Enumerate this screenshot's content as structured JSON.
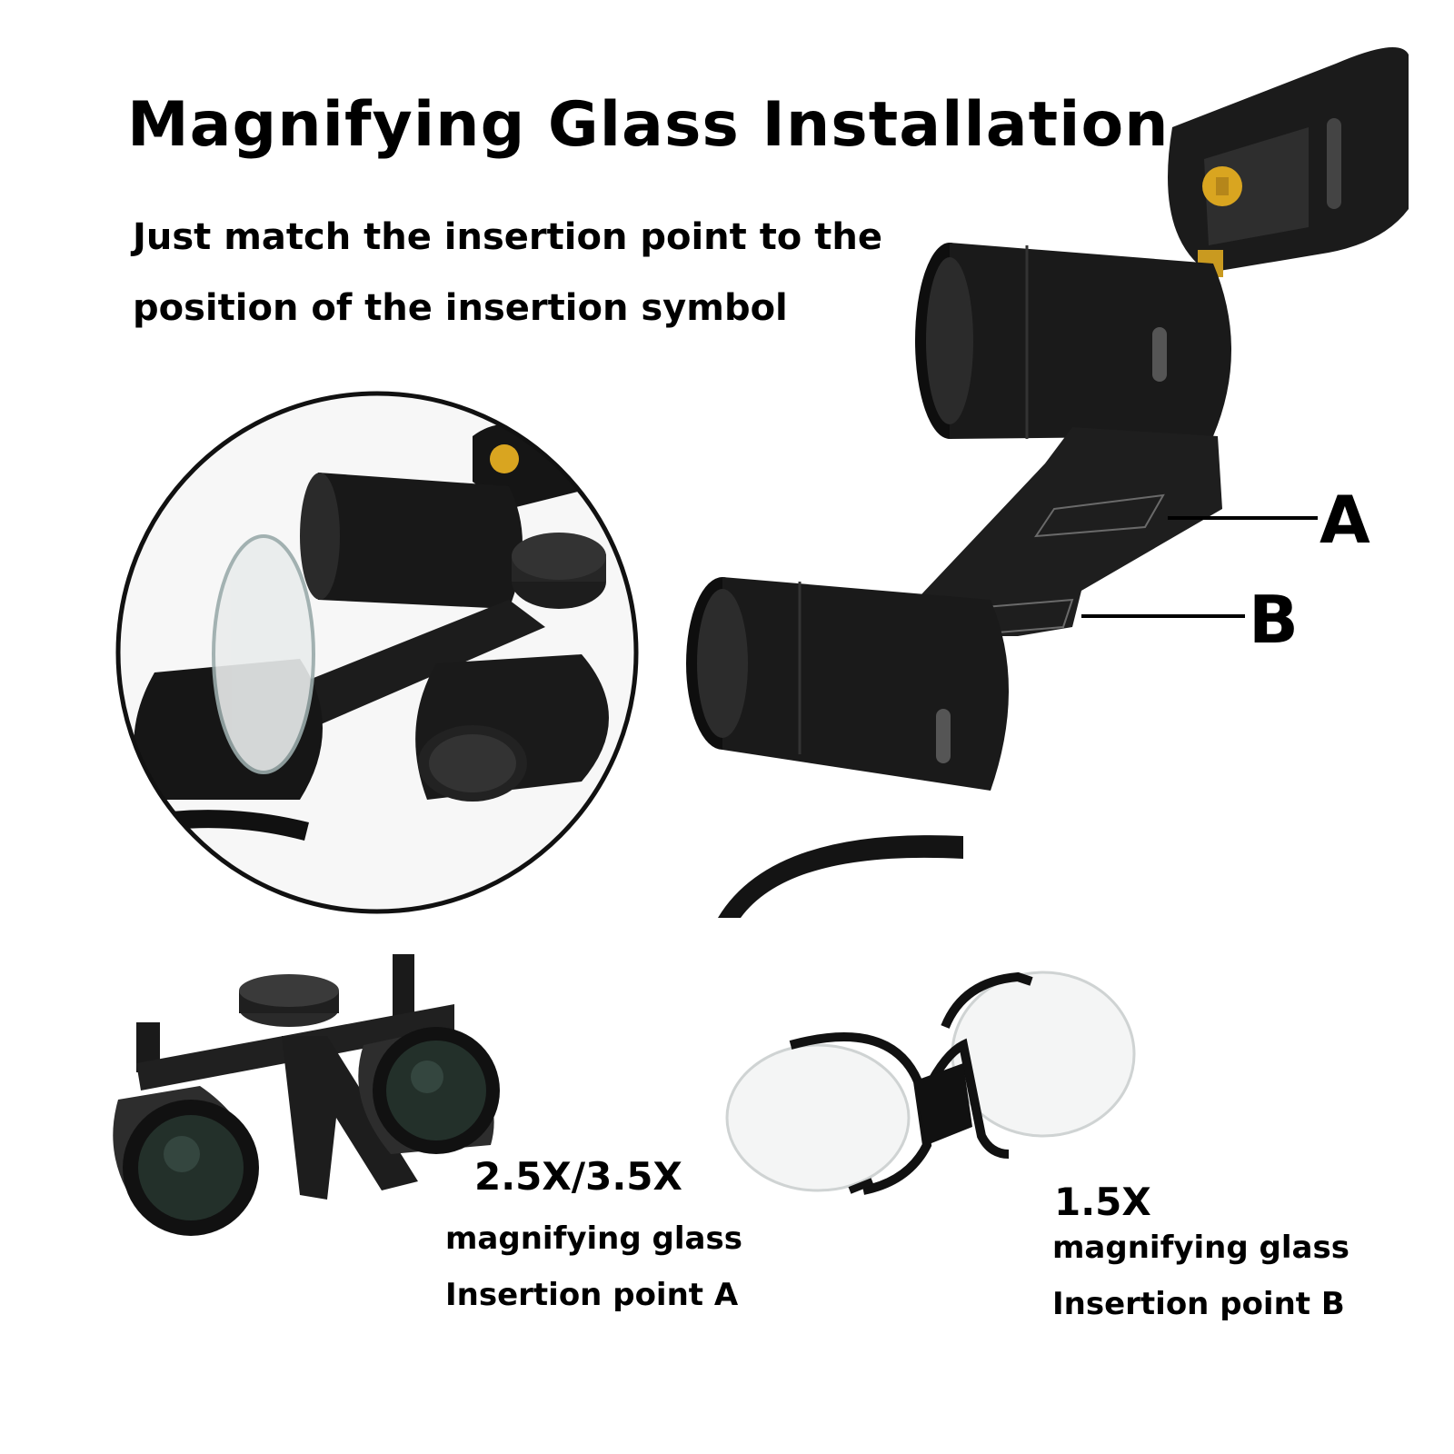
{
  "header": {
    "title": "Magnifying Glass Installation",
    "subtitle_line1": "Just match the insertion point to the",
    "subtitle_line2": "position of the insertion symbol"
  },
  "callouts": {
    "point_a": "A",
    "point_b": "B"
  },
  "products": [
    {
      "magnification": "2.5X/3.5X",
      "name": "magnifying glass",
      "insertion": "Insertion point A"
    },
    {
      "magnification": "1.5X",
      "name": "magnifying glass",
      "insertion": "Insertion point B"
    }
  ],
  "colors": {
    "body": "#161616",
    "metal": "#2a2a2a",
    "highlight": "#5a5a5a",
    "brass": "#d9a520",
    "lens": "#f2f4f4"
  }
}
